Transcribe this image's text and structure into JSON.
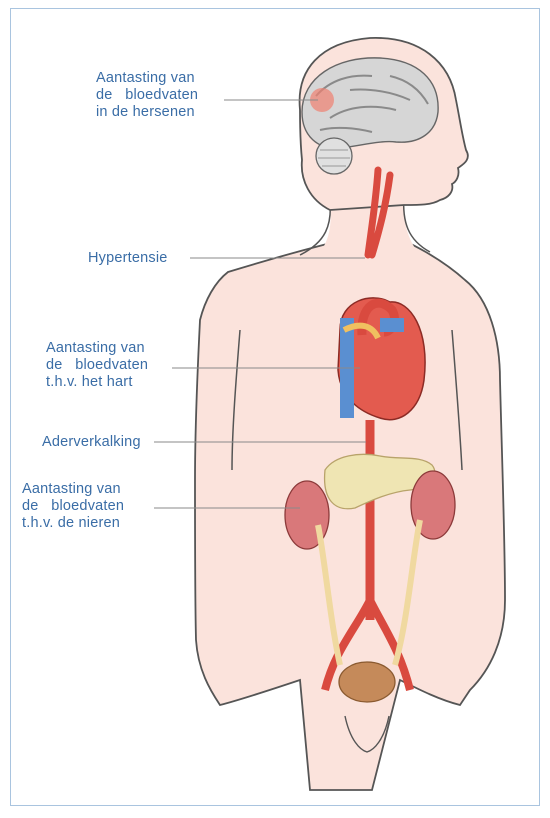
{
  "colors": {
    "label_text": "#3a6da6",
    "leader_line": "#8a8a8a",
    "frame_border": "#a9c4df",
    "skin": "#fbe3dc",
    "skin_outline": "#555555",
    "artery": "#d94a3f",
    "vein": "#5a8fd1",
    "kidney": "#d9787a",
    "pancreas": "#efe5b3",
    "bladder": "#c58a5a",
    "ureter": "#f0d9a0"
  },
  "labels": {
    "brain": [
      "Aantasting van",
      "de   bloedvaten",
      "in de hersenen"
    ],
    "hypertension": [
      "Hypertensie"
    ],
    "heart": [
      "Aantasting van",
      "de   bloedvaten",
      "t.h.v. het hart"
    ],
    "atherosclerosis": [
      "Aderverkalking"
    ],
    "kidneys": [
      "Aantasting van",
      "de   bloedvaten",
      "t.h.v. de nieren"
    ]
  }
}
